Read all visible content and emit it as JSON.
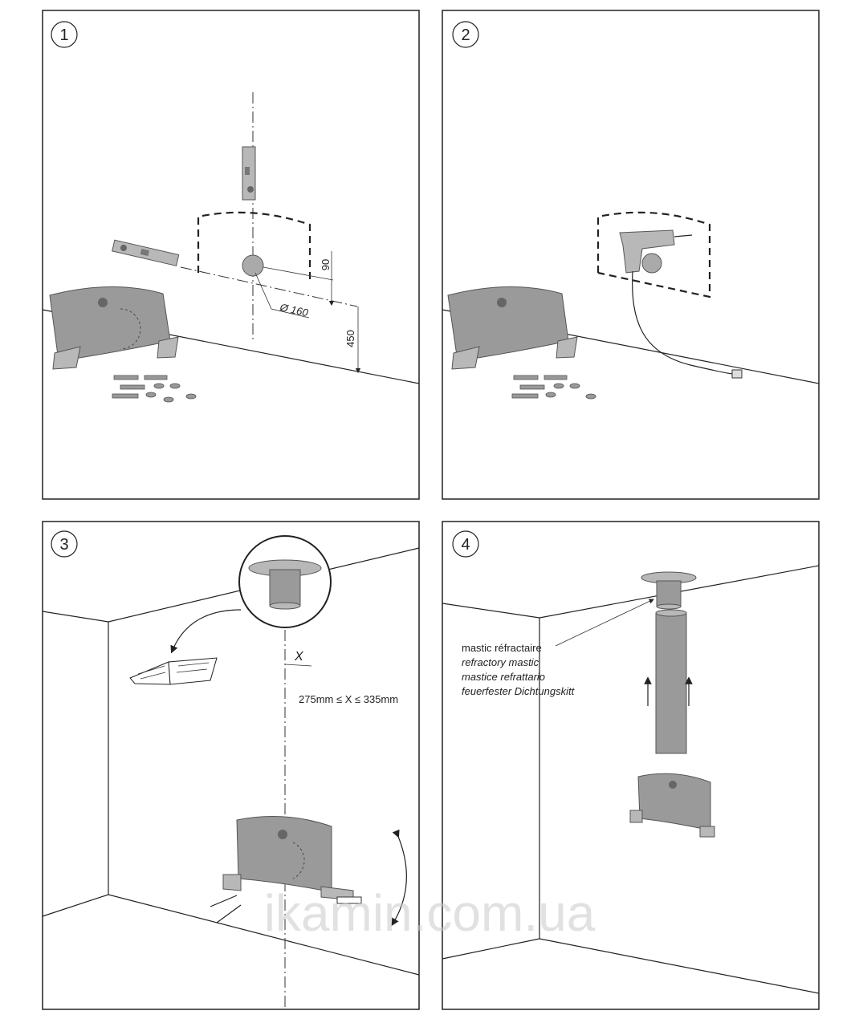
{
  "panels": [
    {
      "number": "1",
      "dimensions": {
        "height_above_hole": "90",
        "height_above_floor": "450",
        "diameter": "Ø 160"
      }
    },
    {
      "number": "2"
    },
    {
      "number": "3",
      "variable": "X",
      "range": "275mm ≤ X ≤ 335mm"
    },
    {
      "number": "4",
      "labels": [
        "mastic réfractaire",
        "refractory mastic",
        "mastice refrattario",
        "feuerfester Dichtungskitt"
      ]
    }
  ],
  "watermark": "ikamin.com.ua"
}
